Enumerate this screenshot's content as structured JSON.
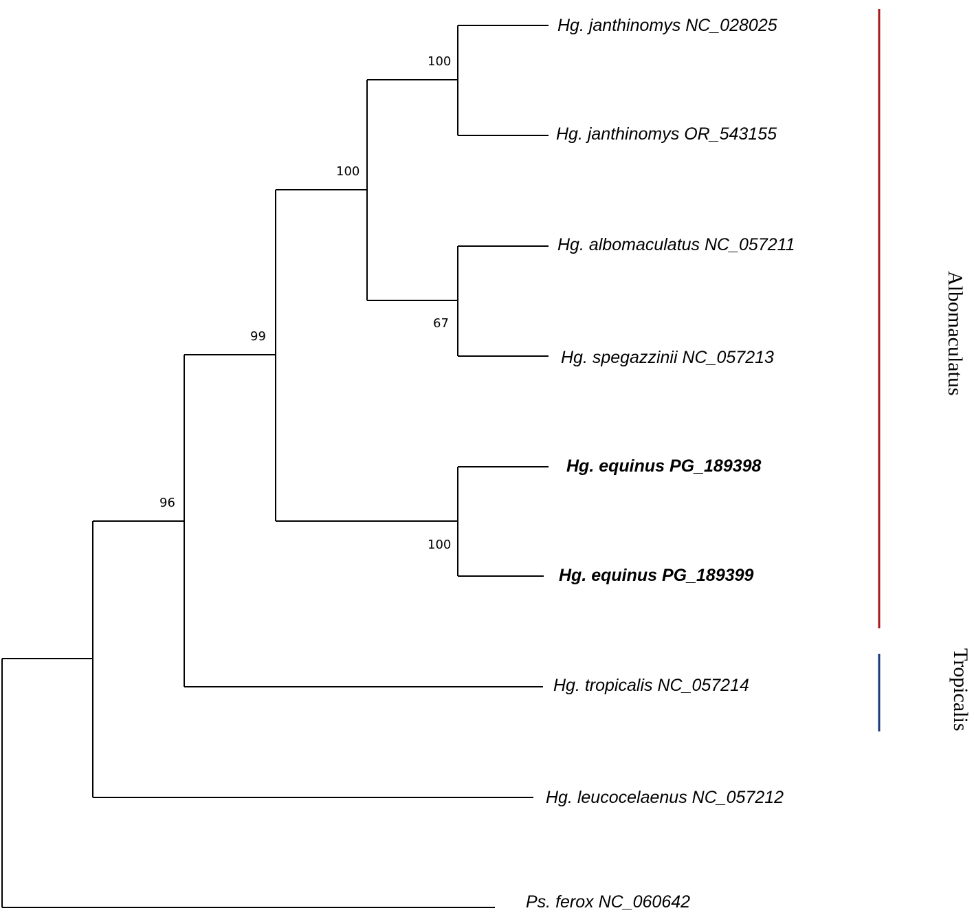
{
  "colors": {
    "branch": "#000000",
    "highlight_leaf": "#3a7a1c",
    "clade_albomaculatus": "#a61b1b",
    "clade_tropicalis": "#1f3a7a"
  },
  "leaves": [
    {
      "id": "jan028025",
      "label": "Hg. janthinomys NC_028025",
      "highlight": false
    },
    {
      "id": "jan543155",
      "label": "Hg. janthinomys OR_543155",
      "highlight": false
    },
    {
      "id": "alb057211",
      "label": "Hg. albomaculatus NC_057211",
      "highlight": false
    },
    {
      "id": "spe057213",
      "label": "Hg. spegazzinii NC_057213",
      "highlight": false
    },
    {
      "id": "equ189398",
      "label": "Hg. equinus PG_189398",
      "highlight": true
    },
    {
      "id": "equ189399",
      "label": "Hg. equinus PG_189399",
      "highlight": true
    },
    {
      "id": "tro057214",
      "label": "Hg. tropicalis NC_057214",
      "highlight": false
    },
    {
      "id": "leu057212",
      "label": "Hg. leucocelaenus NC_057212",
      "highlight": false
    },
    {
      "id": "fer060642",
      "label": "Ps. ferox NC_060642",
      "highlight": false
    }
  ],
  "support_values": {
    "janthinomys_clade": "100",
    "albo_spegazzinii": "67",
    "janthinomys_albo_clade": "100",
    "equinus_clade": "100",
    "albomaculatus_group": "99",
    "haemagogus_core": "96"
  },
  "clades": [
    {
      "id": "albomaculatus",
      "label": "Albomaculatus"
    },
    {
      "id": "tropicalis",
      "label": "Tropicalis"
    }
  ]
}
